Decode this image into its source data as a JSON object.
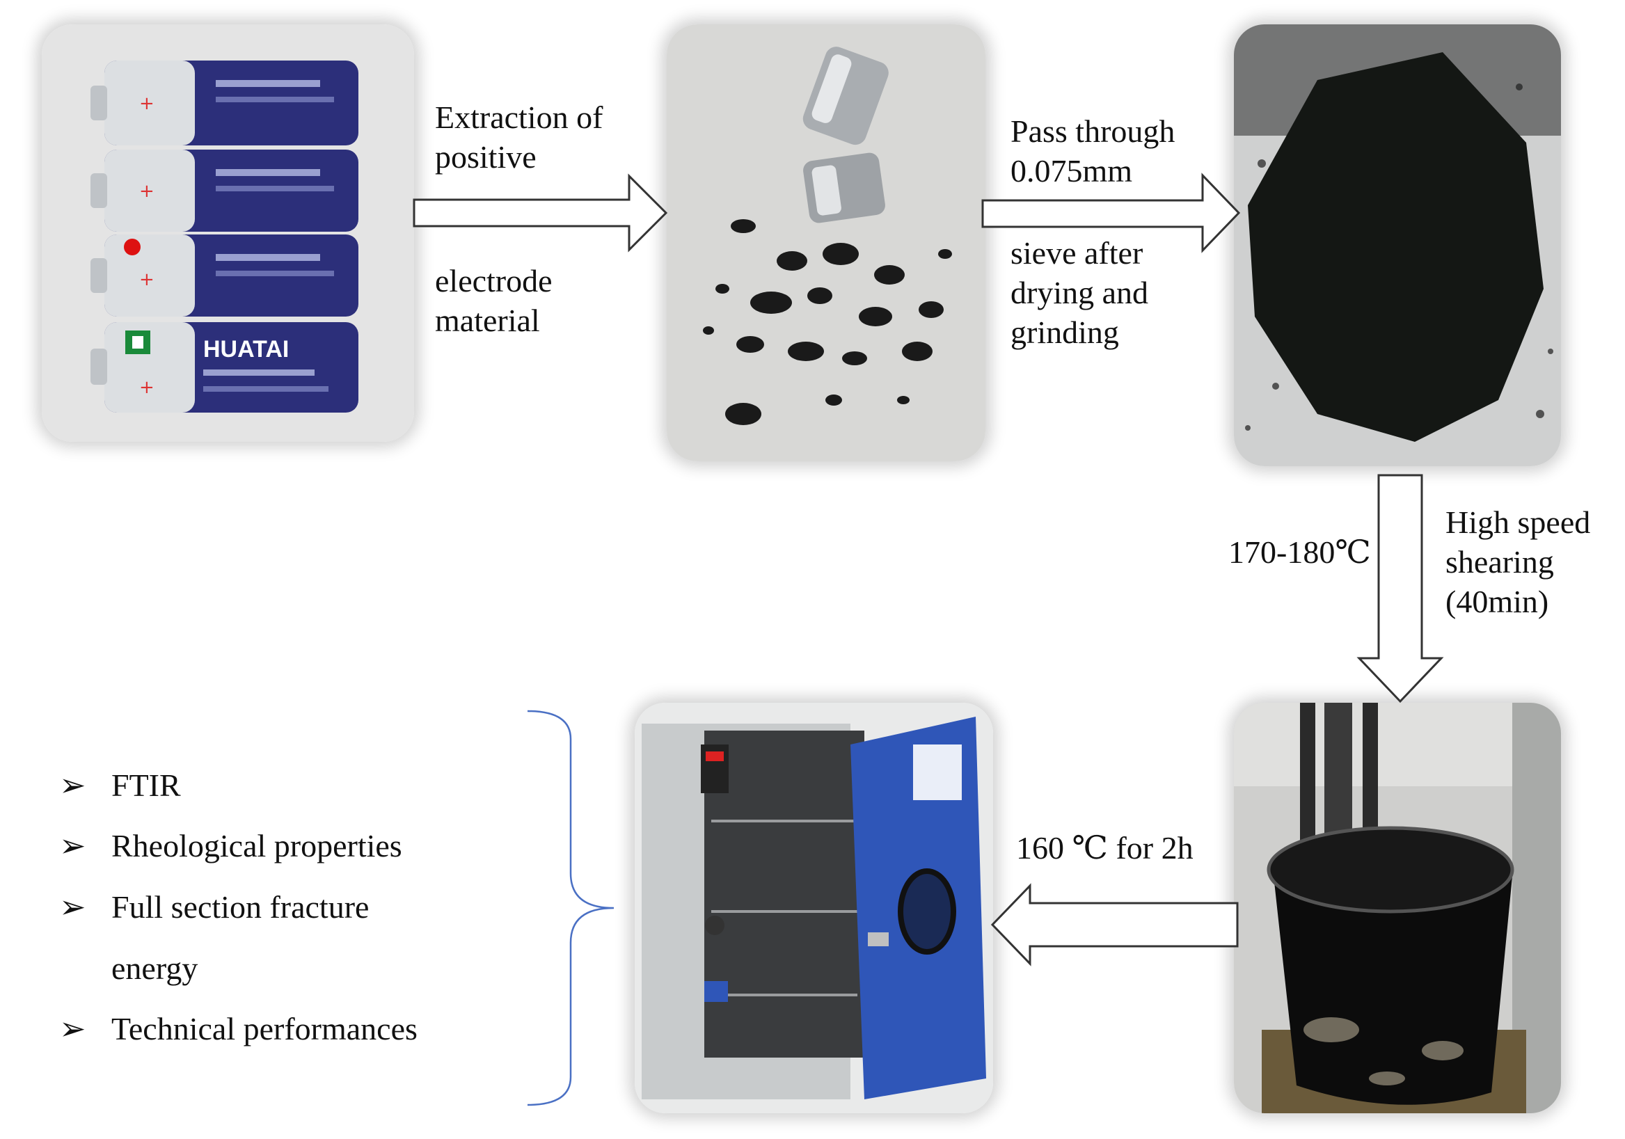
{
  "steps": {
    "s1_top": "Extraction of",
    "s1_top2": "positive",
    "s1_bottom": "electrode",
    "s1_bottom2": "material",
    "s2_top": "Pass through",
    "s2_top2": "0.075mm",
    "s2_bottom": "sieve after",
    "s2_bottom2": "drying and",
    "s2_bottom3": "grinding",
    "s3_left": "170-180℃",
    "s3_right": "High speed",
    "s3_right2": "shearing",
    "s3_right3": "(40min)",
    "s4": "160 ℃ for 2h"
  },
  "battery_brand": "HUATAI",
  "tests": {
    "marker": "➢",
    "items": [
      "FTIR",
      "Rheological properties",
      "Full section fracture",
      "Technical performances"
    ],
    "item3_cont": "energy"
  },
  "colors": {
    "battery_blue": "#2c2f7a",
    "oven_blue": "#2f56b8",
    "brace": "#4a70c4"
  }
}
